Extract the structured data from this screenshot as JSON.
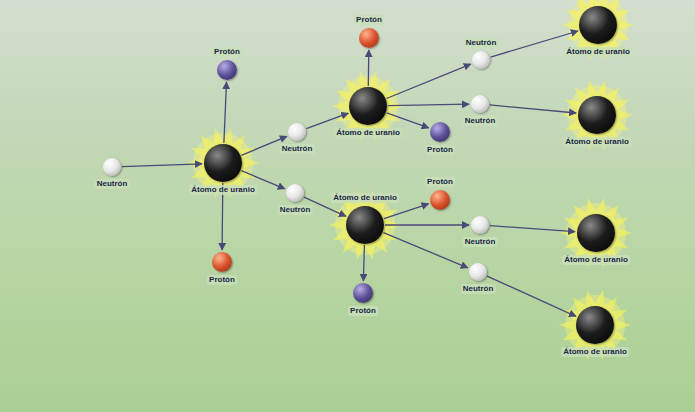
{
  "diagram": {
    "nodes": [
      {
        "text": [
          "Neutrón"
        ]
      },
      {
        "text": [
          "Átomo de uranio"
        ]
      },
      {
        "text": [
          "Protón"
        ]
      },
      {
        "text": [
          "Protón"
        ]
      },
      {
        "text": [
          "Neutrón"
        ]
      },
      {
        "text": [
          "Neutrón"
        ]
      },
      {
        "text": [
          "Protón"
        ]
      },
      {
        "text": [
          "Átomo de uranio"
        ]
      },
      {
        "text": [
          "Protón"
        ]
      },
      {
        "text": [
          "Neutrón"
        ]
      },
      {
        "text": [
          "Neutrón"
        ]
      },
      {
        "text": [
          "Átomo de uranio"
        ]
      },
      {
        "text": [
          "Protón"
        ]
      },
      {
        "text": [
          "Protón"
        ]
      },
      {
        "text": [
          "Neutrón"
        ]
      },
      {
        "text": [
          "Neutrón"
        ]
      },
      {
        "text": [
          "Átomo de uranio"
        ]
      },
      {
        "text": [
          "Átomo de uranio"
        ]
      },
      {
        "text": [
          "Átomo de uranio"
        ]
      },
      {
        "text": [
          "Átomo de uranio"
        ]
      }
    ],
    "edges": [
      {
        "from": 0,
        "to": 1,
        "arrow": "to"
      },
      {
        "from": 1,
        "to": 2,
        "arrow": "to"
      },
      {
        "from": 1,
        "to": 3,
        "arrow": "to"
      },
      {
        "from": 1,
        "to": 4,
        "arrow": "to"
      },
      {
        "from": 1,
        "to": 5,
        "arrow": "to"
      },
      {
        "from": 4,
        "to": 7,
        "arrow": "to"
      },
      {
        "from": 5,
        "to": 11,
        "arrow": "to"
      },
      {
        "from": 7,
        "to": 6,
        "arrow": "to"
      },
      {
        "from": 7,
        "to": 8,
        "arrow": "to"
      },
      {
        "from": 7,
        "to": 9,
        "arrow": "to"
      },
      {
        "from": 7,
        "to": 10,
        "arrow": "to"
      },
      {
        "from": 9,
        "to": 16,
        "arrow": "to"
      },
      {
        "from": 10,
        "to": 17,
        "arrow": "to"
      },
      {
        "from": 11,
        "to": 12,
        "arrow": "to"
      },
      {
        "from": 11,
        "to": 13,
        "arrow": "to"
      },
      {
        "from": 11,
        "to": 14,
        "arrow": "to"
      },
      {
        "from": 11,
        "to": 15,
        "arrow": "to"
      },
      {
        "from": 14,
        "to": 18,
        "arrow": "to"
      },
      {
        "from": 15,
        "to": 19,
        "arrow": "to"
      }
    ]
  }
}
